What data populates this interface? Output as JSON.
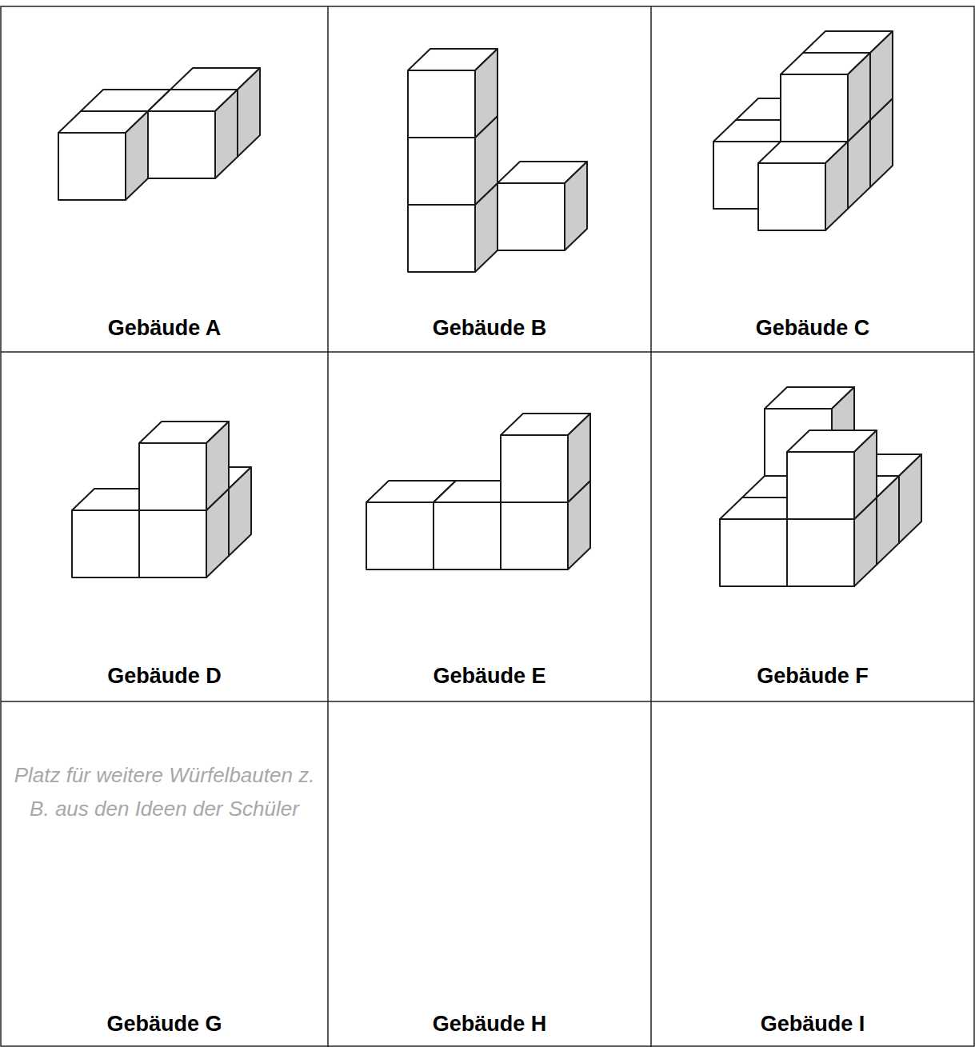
{
  "diagram": {
    "labels": [
      "Gebäude A",
      "Gebäude B",
      "Gebäude C",
      "Gebäude D",
      "Gebäude E",
      "Gebäude F",
      "Platz für weitere Würfelbauten z. B. aus den Ideen der Schüler",
      "Gebäude G",
      "Gebäude H",
      "Gebäude I"
    ]
  }
}
